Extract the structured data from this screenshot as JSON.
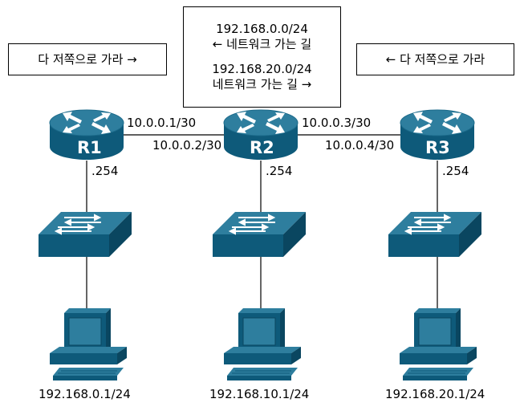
{
  "notes": {
    "left": "다 저쪽으로 가라 →",
    "right": "← 다 저쪽으로 가라",
    "center": {
      "line1": "192.168.0.0/24",
      "line2": "← 네트워크 가는 길",
      "line3": "192.168.20.0/24",
      "line4": "네트워크 가는 길 →"
    }
  },
  "routers": [
    {
      "label": "R1"
    },
    {
      "label": "R2"
    },
    {
      "label": "R3"
    }
  ],
  "links": {
    "r1_r2_r1side": "10.0.0.1/30",
    "r1_r2_r2side": "10.0.0.2/30",
    "r2_r3_r2side": "10.0.0.3/30",
    "r2_r3_r3side": "10.0.0.4/30"
  },
  "gateways": [
    ".254",
    ".254",
    ".254"
  ],
  "hosts": [
    "192.168.0.1/24",
    "192.168.10.1/24",
    "192.168.20.1/24"
  ],
  "colors": {
    "device": "#0e5a7a",
    "device_top": "#2e7e9e",
    "device_dark": "#0a4660"
  }
}
